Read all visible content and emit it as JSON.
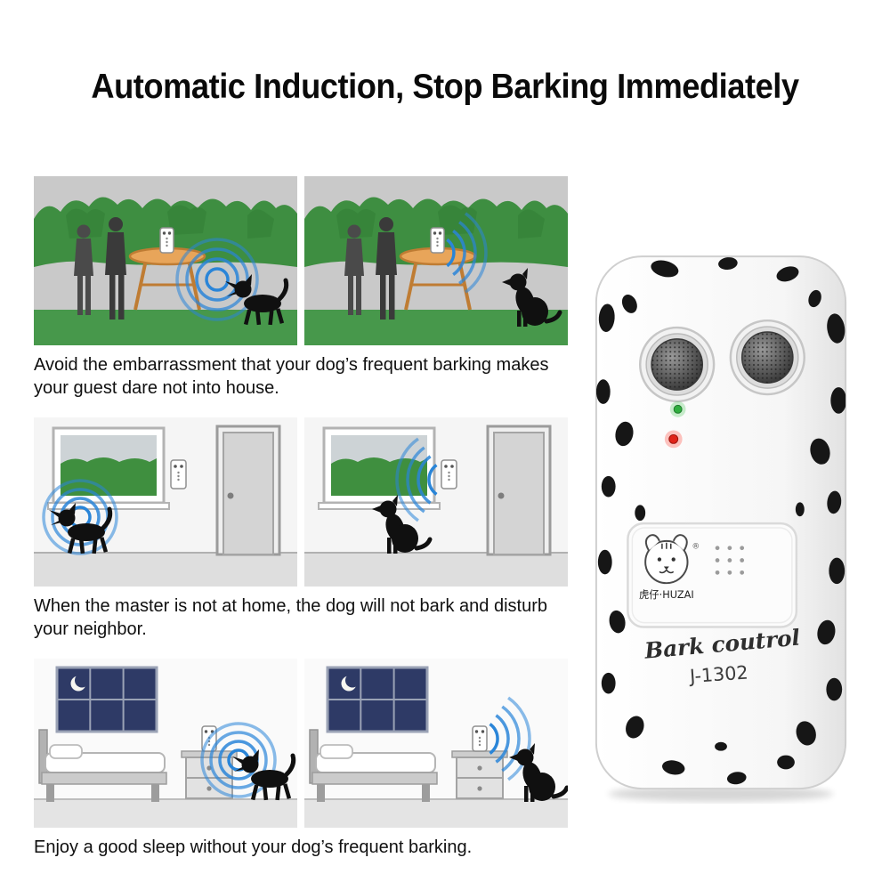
{
  "page": {
    "title": "Automatic Induction, Stop Barking Immediately"
  },
  "scenes": [
    {
      "caption": "Avoid the embarrassment that your dog’s frequent barking makes your guest dare not into house."
    },
    {
      "caption": "When the master is not at home, the dog will not bark and disturb your neighbor."
    },
    {
      "caption": "Enjoy a good sleep without your dog’s frequent barking."
    }
  ],
  "product": {
    "brand": "虎仔·HUZAI",
    "registered_mark": "®",
    "label_script": "Bark coutrol",
    "model": "J-1302"
  },
  "colors": {
    "wave_blue": "#2a85d8",
    "tree_green": "#3e8e41",
    "grass_green": "#47984b",
    "night_window_navy": "#2e3a66",
    "led_green": "#2fae3e",
    "led_red": "#e02319",
    "spot_black": "#161616",
    "table_orange": "#e8a55a"
  }
}
